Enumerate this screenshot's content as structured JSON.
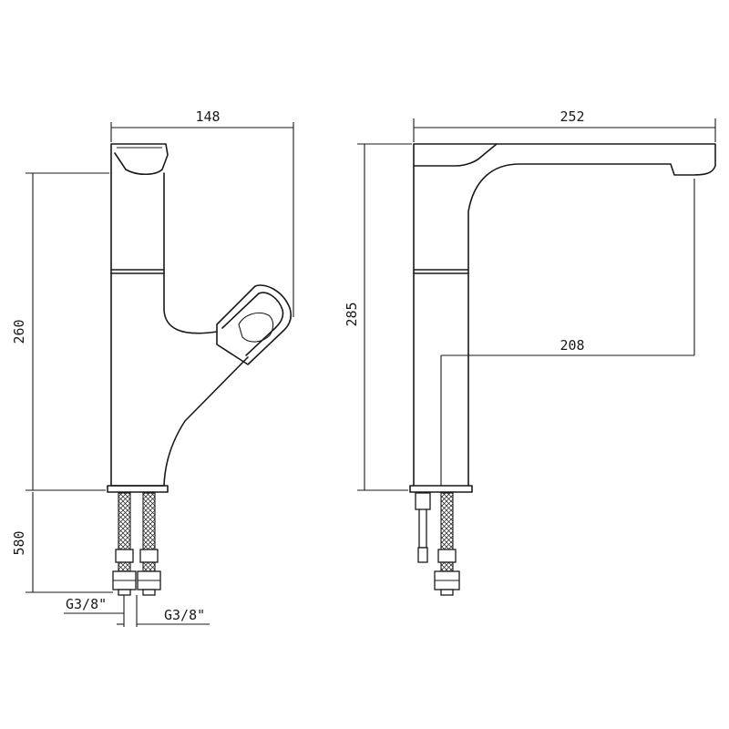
{
  "dimensions": {
    "front_width": "148",
    "front_height": "260",
    "hose_length": "580",
    "thread_left": "G3/8\"",
    "thread_right": "G3/8\"",
    "side_width": "252",
    "side_height": "285",
    "spout_reach": "208"
  },
  "colors": {
    "line": "#1a1a1a",
    "background": "#ffffff"
  }
}
